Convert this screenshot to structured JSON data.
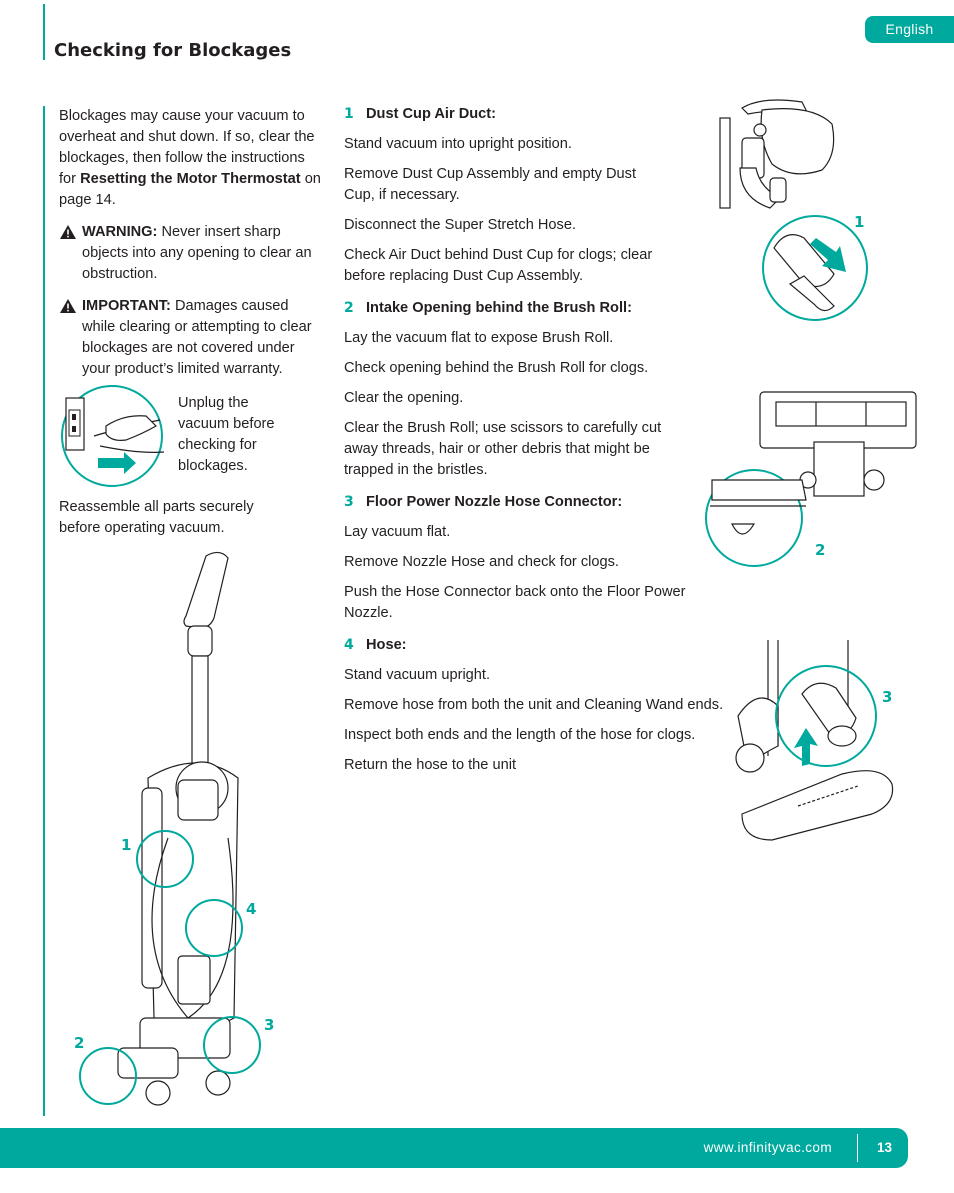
{
  "header": {
    "language_tab": "English",
    "title": "Checking for Blockages"
  },
  "intro": {
    "line1": "Blockages may cause your vacuum to overheat and shut down. If so, clear the blockages, then follow the instructions for ",
    "link_bold": "Resetting the Motor Thermostat",
    "line2": " on page 14."
  },
  "warning": {
    "label": "WARNING:",
    "text": " Never insert sharp objects into any opening to clear an obstruction."
  },
  "important": {
    "label": "IMPORTANT:",
    "text": " Damages caused while clearing or attempting to clear blockages are not covered under your product’s limited warranty."
  },
  "unplug_text": "Unplug the vacuum before checking for blockages.",
  "reassemble_text": "Reassemble all parts securely before operating vacuum.",
  "steps": [
    {
      "number": "1",
      "heading": "Dust Cup Air Duct:",
      "lines": [
        "Stand vacuum into upright position.",
        "Remove Dust Cup Assembly and empty Dust Cup, if necessary.",
        "Disconnect the Super Stretch Hose.",
        "Check Air Duct behind Dust Cup for clogs; clear before replacing Dust Cup Assembly."
      ]
    },
    {
      "number": "2",
      "heading": "Intake Opening behind the Brush Roll:",
      "lines": [
        "Lay the vacuum flat to expose Brush Roll.",
        "Check opening behind the Brush Roll for clogs.",
        "Clear the opening.",
        "Clear the Brush Roll; use scissors to carefully cut away threads, hair or other debris that might be trapped in the bristles."
      ]
    },
    {
      "number": "3",
      "heading": "Floor Power Nozzle Hose Connector:",
      "lines": [
        "Lay vacuum flat.",
        "Remove Nozzle Hose and check for clogs.",
        "Push the Hose Connector back onto the Floor Power Nozzle."
      ]
    },
    {
      "number": "4",
      "heading": "Hose:",
      "lines": [
        "Stand vacuum upright.",
        "Remove hose from both the unit and Cleaning Wand ends.",
        "Inspect both ends and the length of the hose for clogs.",
        "Return the hose to the unit"
      ]
    }
  ],
  "callouts": {
    "vac_1": "1",
    "vac_2": "2",
    "vac_3": "3",
    "vac_4": "4",
    "right_1": "1",
    "right_2": "2",
    "right_3": "3"
  },
  "footer": {
    "url": "www.infinityvac.com",
    "page_number": "13"
  },
  "colors": {
    "accent": "#00a99d",
    "text": "#231f20"
  }
}
